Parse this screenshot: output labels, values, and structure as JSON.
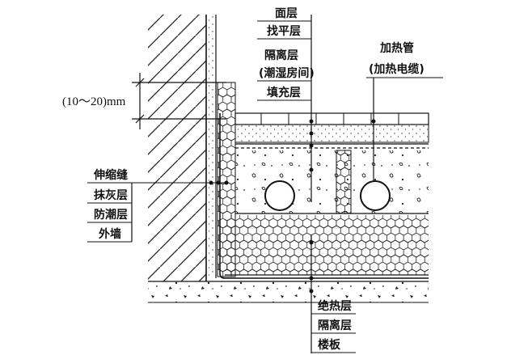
{
  "diagram": {
    "top_labels": [
      "面层",
      "找平层",
      "隔离层",
      "(潮湿房间)",
      "填充层"
    ],
    "right_labels": [
      "加热管",
      "(加热电缆)"
    ],
    "dimension_label": "(10～20)mm",
    "left_labels": [
      "伸缩缝",
      "抹灰层",
      "防潮层",
      "外墙"
    ],
    "bottom_labels": [
      "绝热层",
      "隔离层",
      "楼板"
    ]
  }
}
